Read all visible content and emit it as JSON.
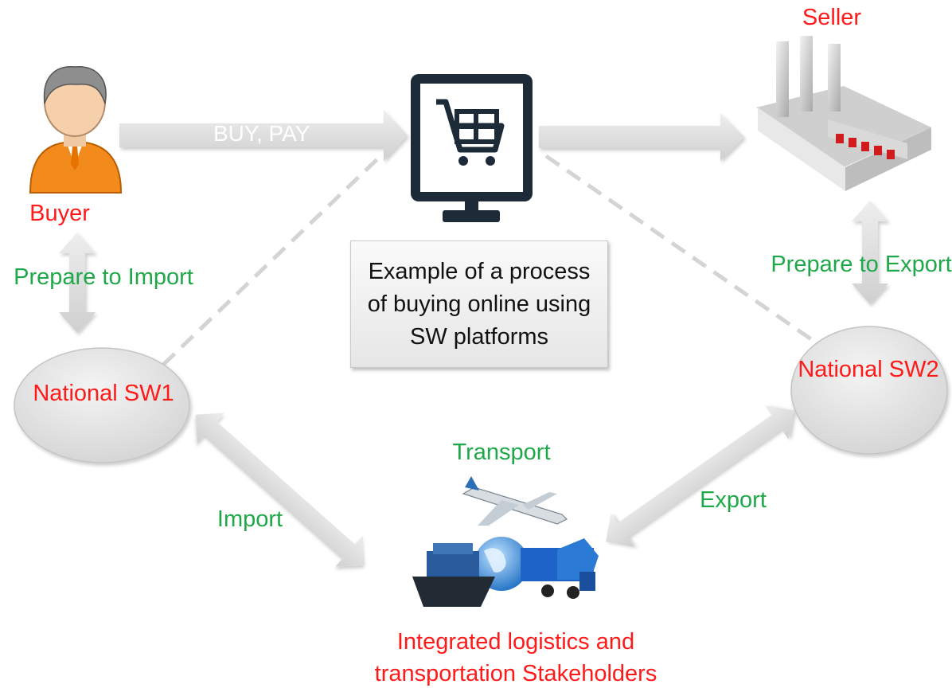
{
  "nodes": {
    "buyer": "Buyer",
    "seller": "Seller",
    "sw1": "National SW1",
    "sw2": "National SW2",
    "stakeholders": "Integrated logistics and transportation Stakeholders",
    "transport": "Transport"
  },
  "edges": {
    "buy_pay": "BUY, PAY",
    "prepare_import": "Prepare to Import",
    "prepare_export": "Prepare to Export",
    "import": "Import",
    "export": "Export"
  },
  "description": "Example of a process of buying online using SW platforms",
  "colors": {
    "node_label": "#ff1a1a",
    "edge_label": "#1fa84a",
    "arrow": "#d8d8d8",
    "ellipse": "#e4e4e4"
  }
}
